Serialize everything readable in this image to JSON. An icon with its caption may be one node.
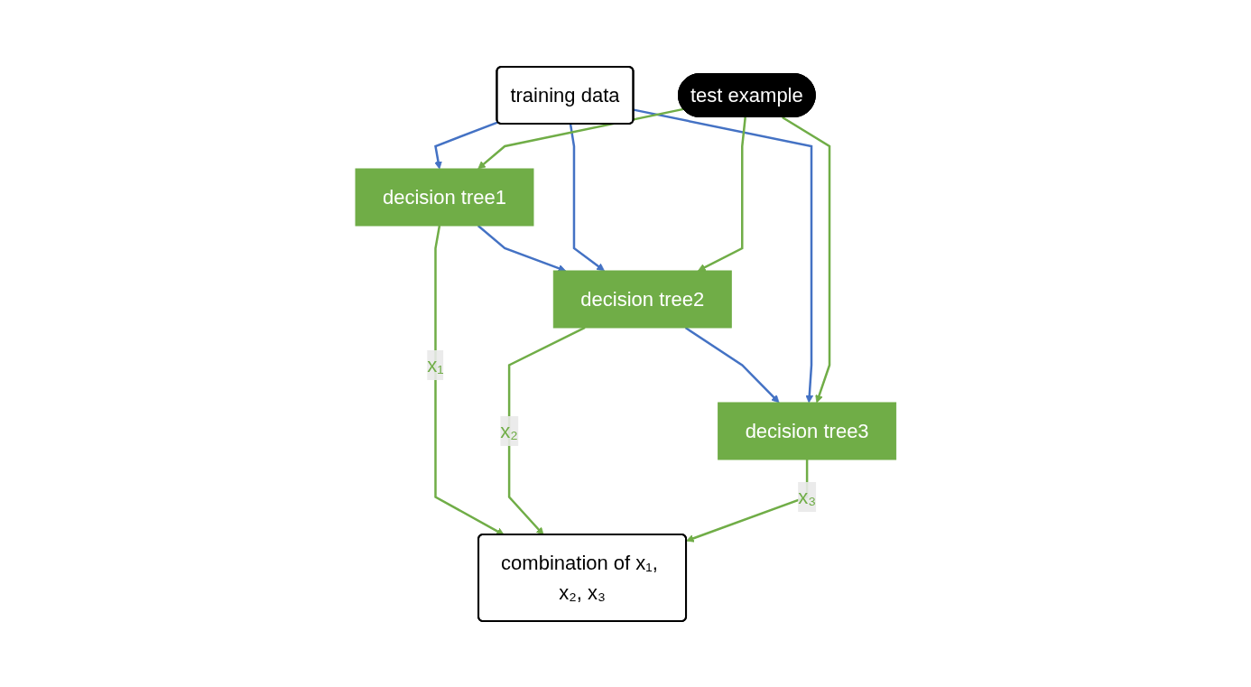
{
  "diagram": {
    "nodes": [
      {
        "text": [
          "training data"
        ]
      },
      {
        "text": [
          "decision tree1"
        ]
      },
      {
        "text": [
          "decision tree2"
        ]
      },
      {
        "text": [
          "decision tree3"
        ]
      },
      {
        "text": [
          "test example"
        ]
      },
      {
        "text": [
          "combination of x₁, x₂, x₃"
        ]
      }
    ],
    "edges": [
      {
        "from": 0,
        "to": 1,
        "arrow": "to",
        "color": "#4472c4"
      },
      {
        "from": 1,
        "to": 2,
        "arrow": "to",
        "color": "#4472c4"
      },
      {
        "from": 2,
        "to": 3,
        "arrow": "to",
        "color": "#4472c4"
      },
      {
        "from": 0,
        "to": 2,
        "arrow": "to",
        "color": "#4472c4"
      },
      {
        "from": 0,
        "to": 3,
        "arrow": "to",
        "color": "#4472c4"
      },
      {
        "from": 4,
        "to": 1,
        "arrow": "to"
      },
      {
        "from": 4,
        "to": 2,
        "arrow": "to"
      },
      {
        "from": 4,
        "to": 3,
        "arrow": "to"
      },
      {
        "from": 1,
        "to": 5,
        "label": "x₁",
        "arrow": "to"
      },
      {
        "from": 2,
        "to": 5,
        "label": "x₂",
        "arrow": "to"
      },
      {
        "from": 3,
        "to": 5,
        "label": "x₃",
        "arrow": "to"
      }
    ]
  }
}
